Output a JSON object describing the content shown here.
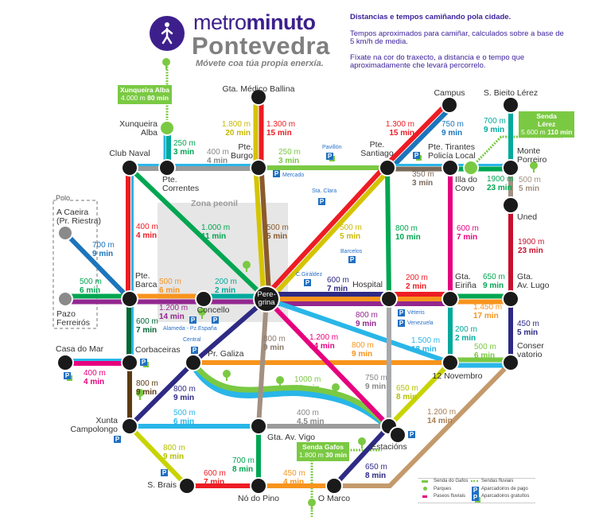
{
  "header": {
    "logo_light": "metro",
    "logo_bold": "minuto",
    "city": "Pontevedra",
    "tagline": "Móvete coa túa propia enerxía.",
    "info_title": "Distancias e tempos camiñando pola cidade.",
    "info_p1": "Tempos aproximados para camiñar, calculados sobre a base de 5 km/h de media.",
    "info_p2": "Fíxate na cor do traxecto, a distancia e o tempo que aproximadamente che levará percorrelo."
  },
  "zone_label": "Zona peonil",
  "polo_label": "Polo",
  "stations": {
    "ballina": "Gta. Médico Ballina",
    "campus": "Campus",
    "bieito": "S. Bieito Lérez",
    "naval": "Club Naval",
    "correntes": "Pte.\nCorrentes",
    "burgo": "Pte.\nBurgo",
    "santiago": "Pte.\nSantiago",
    "tirantes": "Pte. Tirantes\nPolicía Local",
    "illa": "Illa do\nCovo",
    "monte": "Monte\nPorreiro",
    "uned": "Uned",
    "xunqueira": "Xunqueira\nAlba",
    "caeira": "A Caeira\n(Pr. Riestra)",
    "pazo": "Pazo\nFerreirós",
    "barca": "Pte.\nBarca",
    "concello": "Concello",
    "peregrina": "Pere-\ngrina",
    "hospital": "Hospital",
    "eirina": "Gta.\nEiriña",
    "lugo": "Gta.\nAv. Lugo",
    "conserv": "Conser\nvatorio",
    "casamar": "Casa do Mar",
    "corb": "Corbaceiras",
    "galiza": "Pr. Galiza",
    "nov12": "12 Novembro",
    "xunta": "Xunta\nCampolongo",
    "avvigo": "Gta. Av. Vigo",
    "estac": "Estacións",
    "sbrais": "S. Brais",
    "nopino": "Nó do Pino",
    "marco": "O Marco"
  },
  "segments": {
    "ballina_y": {
      "d": "1.800 m",
      "t": "20 min"
    },
    "ballina_r": {
      "d": "1.300 m",
      "t": "15 min"
    },
    "xunqueira": {
      "d": "250 m",
      "t": "3 min"
    },
    "correntes_burgo": {
      "d": "400 m",
      "t": "4 min"
    },
    "burgo_santiago": {
      "d": "250 m",
      "t": "3 min"
    },
    "campus_r": {
      "d": "1.300 m",
      "t": "15 min"
    },
    "campus_b": {
      "d": "750 m",
      "t": "9 min"
    },
    "santiago_tirantes": {
      "d": "350 m",
      "t": "3 min"
    },
    "bieito_monte": {
      "d": "700 m",
      "t": "9 min"
    },
    "tirantes_monte": {
      "d": "1900 m",
      "t": "23 min"
    },
    "monte_uned": {
      "d": "500 m",
      "t": "5 min"
    },
    "uned_lugo": {
      "d": "1900 m",
      "t": "23 min"
    },
    "naval_barca": {
      "d": "400 m",
      "t": "4 min"
    },
    "naval_peregrina": {
      "d": "1.000 m",
      "t": "11 min"
    },
    "burgo_peregrina": {
      "d": "500 m",
      "t": "5 min"
    },
    "santiago_peregrina": {
      "d": "500 m",
      "t": "5 min"
    },
    "santiago_hospital": {
      "d": "800 m",
      "t": "10 min"
    },
    "tirantes_eirina": {
      "d": "600 m",
      "t": "7 min"
    },
    "caeira": {
      "d": "700 m",
      "t": "9 min"
    },
    "pazo": {
      "d": "500 m",
      "t": "6 min"
    },
    "barca_concello_o": {
      "d": "500 m",
      "t": "6 min"
    },
    "concello_peregrina": {
      "d": "200 m",
      "t": "2 min"
    },
    "barca_peregrina_p": {
      "d": "1.200 m",
      "t": "14 min"
    },
    "peregrina_hospital": {
      "d": "600 m",
      "t": "7 min"
    },
    "hospital_eirina": {
      "d": "200 m",
      "t": "2 min"
    },
    "eirina_lugo_g": {
      "d": "650 m",
      "t": "9 min"
    },
    "eirina_lugo_o": {
      "d": "1.450 m",
      "t": "17 min"
    },
    "lugo_conserv": {
      "d": "450 m",
      "t": "5 min"
    },
    "peregrina_hospital_p": {
      "d": "800 m",
      "t": "9 min"
    },
    "eirina_nov12": {
      "d": "200 m",
      "t": "2 min"
    },
    "peregrina_nov12": {
      "d": "1.500 m",
      "t": "18 min"
    },
    "barca_corb": {
      "d": "600 m",
      "t": "7 min"
    },
    "nov12_conserv": {
      "d": "500 m",
      "t": "6 min"
    },
    "peregrina_avvigo": {
      "d": "800 m",
      "t": "9 min"
    },
    "peregrina_estac": {
      "d": "1.200 m",
      "t": "14 min"
    },
    "galiza_nov12": {
      "d": "800 m",
      "t": "9 min"
    },
    "casamar": {
      "d": "400 m",
      "t": "4 min"
    },
    "corb_xunta": {
      "d": "800 m",
      "t": "9 min"
    },
    "xunta_galiza": {
      "d": "800 m",
      "t": "9 min"
    },
    "galiza_estac": {
      "d": "1000 m",
      "t": "12 min"
    },
    "hospital_estac": {
      "d": "750 m",
      "t": "9 min"
    },
    "estac_nov12": {
      "d": "650 m",
      "t": "8 min"
    },
    "xunta_avvigo": {
      "d": "500 m",
      "t": "6 min"
    },
    "avvigo_estac": {
      "d": "400 m",
      "t": "4,5 min"
    },
    "conserv_marco": {
      "d": "1.200 m",
      "t": "14 min"
    },
    "xunta_sbrais": {
      "d": "800 m",
      "t": "9 min"
    },
    "avvigo_nopino": {
      "d": "700 m",
      "t": "8 min"
    },
    "sbrais_nopino": {
      "d": "600 m",
      "t": "7 min"
    },
    "nopino_marco": {
      "d": "450 m",
      "t": "4 min"
    },
    "marco_estac": {
      "d": "650 m",
      "t": "8 min"
    }
  },
  "sendas": {
    "xunqueira": {
      "name": "Xunqueira Alba",
      "d": "4.000 m",
      "t": "80 min"
    },
    "lerez": {
      "name": "Senda\nLérez",
      "d": "5.600 m",
      "t": "110 min"
    },
    "gafos": {
      "name": "Senda Gafos",
      "d": "1.800 m",
      "t": "30 min"
    }
  },
  "parkings": {
    "pavillon": "Pavillón",
    "mercado": "Mercado",
    "staclara": "Sta. Clara",
    "barcelos": "Barcelos",
    "giraldez": "C.Giráldez",
    "alameda": "Alameda - Pz.España",
    "central": "Central",
    "veteris": "Véteris",
    "venezuela": "Venezuela"
  },
  "parking_glyph": "P",
  "legend": {
    "gafos": "Senda do Gafos",
    "parques": "Parques",
    "paseos": "Paseos fluviais",
    "sendas": "Sendas fluviais",
    "pago": "Aparcadoiros de pago",
    "gratuitos": "Aparcadoiros gratuítos"
  },
  "colors": {
    "brand": "#3d1f8c",
    "park": "#7ac943",
    "parking": "#1f6fc1",
    "zone": "#e6e6e6"
  }
}
